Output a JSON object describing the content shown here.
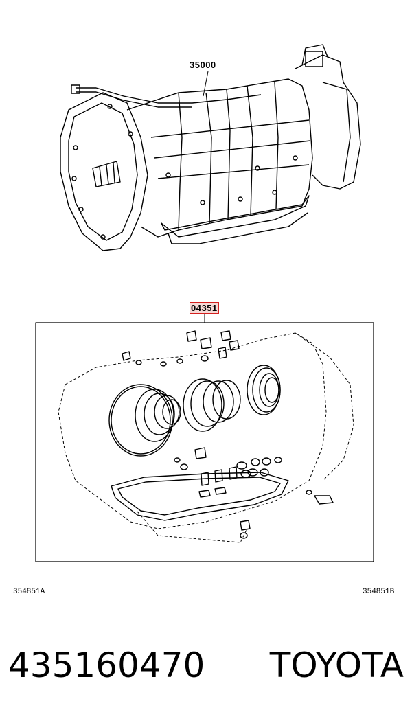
{
  "diagram": {
    "callouts": {
      "transmission": "35000",
      "gasket_kit": "04351"
    },
    "figure_codes": {
      "left": "354851A",
      "right": "354851B"
    },
    "highlight_color": "#d4201f"
  },
  "footer": {
    "part_number": "435160470",
    "brand": "TOYOTA"
  }
}
